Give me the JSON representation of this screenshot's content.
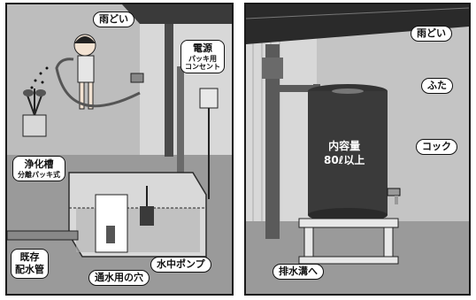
{
  "left_panel": {
    "rain_gutter": "雨どい",
    "power": "電源",
    "power_sub1": "パッキ用",
    "power_sub2": "コンセント",
    "septic": "浄化槽",
    "septic_sub": "分離パッキ式",
    "existing1": "既存",
    "existing2": "配水管",
    "water_hole": "通水用の穴",
    "pump": "水中ポンプ"
  },
  "right_panel": {
    "rain_gutter": "雨どい",
    "lid": "ふた",
    "capacity1": "内容量",
    "capacity2": "80ℓ以上",
    "cock": "コック",
    "drain": "排水溝へ"
  }
}
